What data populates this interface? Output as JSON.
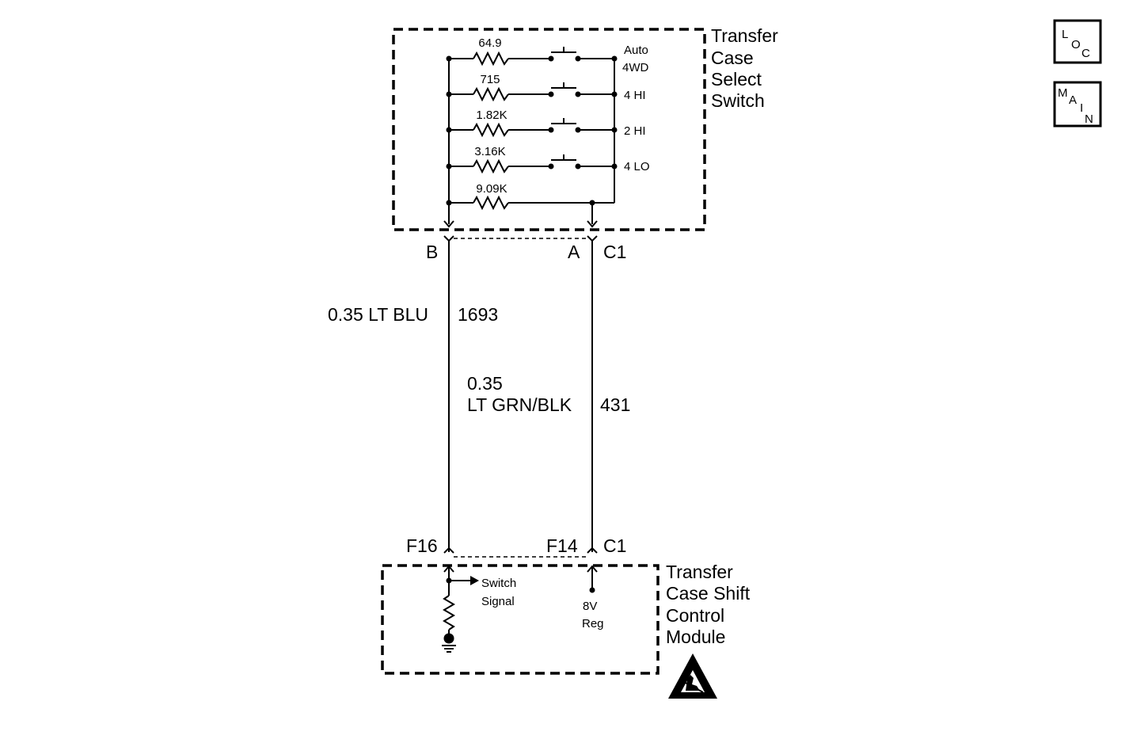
{
  "switch": {
    "title_lines": [
      "Transfer",
      "Case",
      "Select",
      "Switch"
    ],
    "resistors": [
      "64.9",
      "715",
      "1.82K",
      "3.16K",
      "9.09K"
    ],
    "positions": [
      "Auto",
      "4WD",
      "4 HI",
      "2 HI",
      "4 LO"
    ]
  },
  "connectors": {
    "top_left_pin": "B",
    "top_right_pin": "A",
    "top_conn": "C1",
    "bottom_left_pin": "F16",
    "bottom_right_pin": "F14",
    "bottom_conn": "C1"
  },
  "wires": {
    "left_gauge_color": "0.35 LT BLU",
    "left_circuit": "1693",
    "right_gauge": "0.35",
    "right_color": "LT GRN/BLK",
    "right_circuit": "431"
  },
  "module": {
    "title_lines": [
      "Transfer",
      "Case Shift",
      "Control",
      "Module"
    ],
    "signal_lines": [
      "Switch",
      "Signal"
    ],
    "reg_lines": [
      "8V",
      "Reg"
    ]
  },
  "nav": {
    "loc": [
      "L",
      "O",
      "C"
    ],
    "main": [
      "M",
      "A",
      "I",
      "N"
    ]
  },
  "icons": {
    "esd": "esd-warning-icon",
    "ground": "ground-icon"
  }
}
